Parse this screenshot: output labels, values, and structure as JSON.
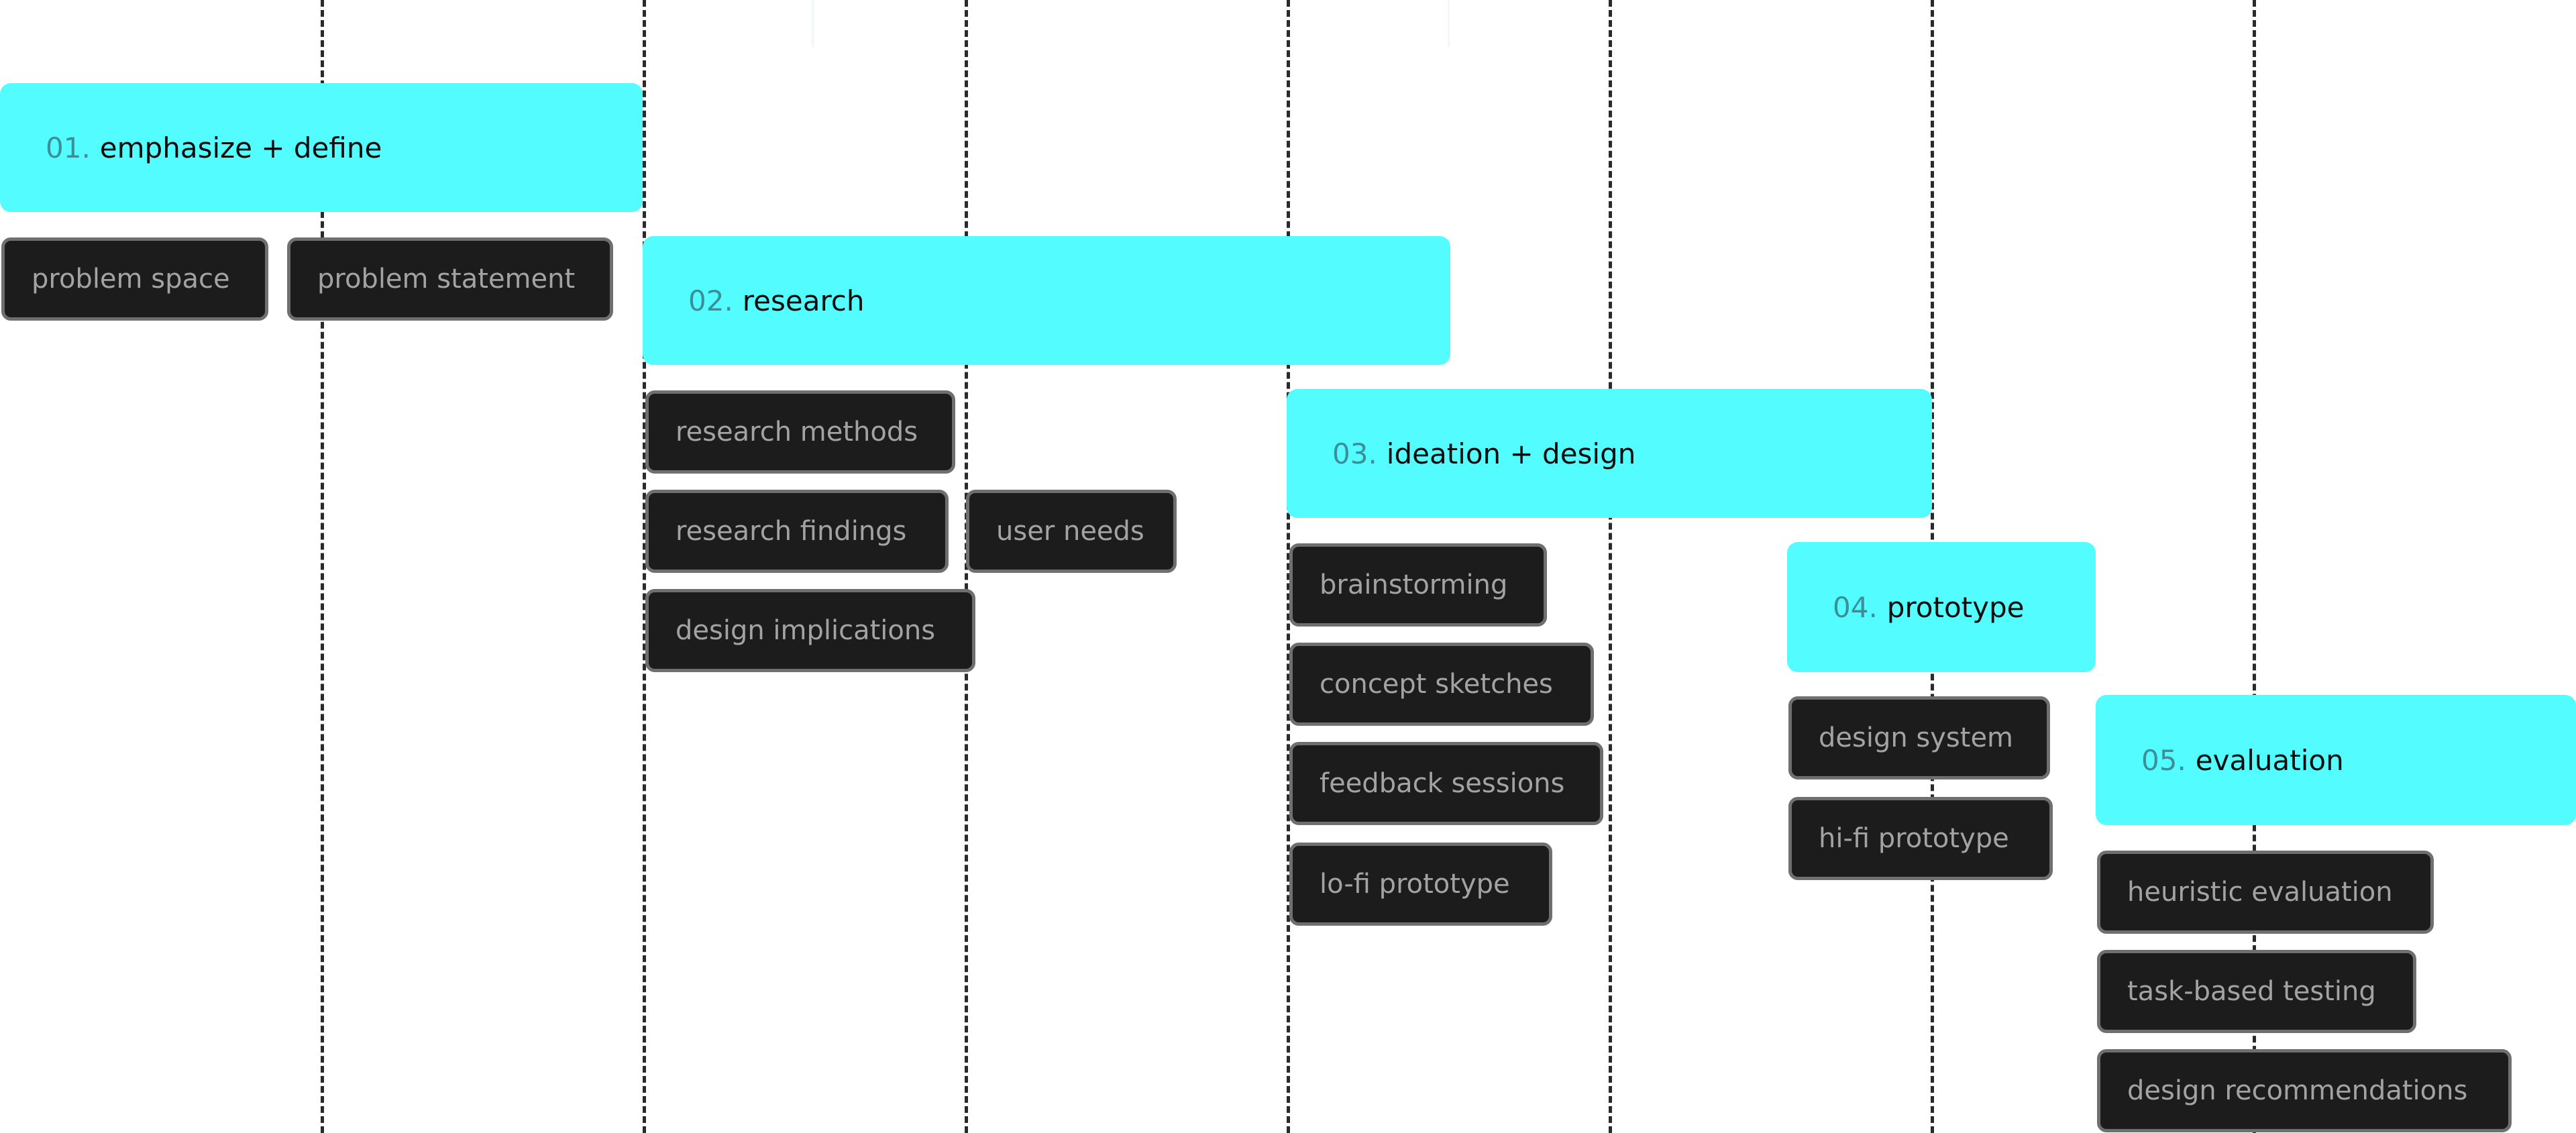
{
  "phases": [
    {
      "num": "01.",
      "label": "emphasize + define"
    },
    {
      "num": "02.",
      "label": "research"
    },
    {
      "num": "03.",
      "label": "ideation + design"
    },
    {
      "num": "04.",
      "label": "prototype"
    },
    {
      "num": "05.",
      "label": "evaluation"
    }
  ],
  "chips": {
    "problem_space": "problem space",
    "problem_statement": "problem statement",
    "research_methods": "research methods",
    "research_findings": "research findings",
    "user_needs": "user needs",
    "design_implications": "design implications",
    "brainstorming": "brainstorming",
    "concept_sketches": "concept sketches",
    "feedback_sessions": "feedback sessions",
    "lofi_prototype": "lo-fi prototype",
    "design_system": "design system",
    "hifi_prototype": "hi-fi prototype",
    "heuristic_evaluation": "heuristic evaluation",
    "task_based_testing": "task-based testing",
    "design_recommendations": "design recommendations"
  },
  "colors": {
    "phase_bg": "#52fcff",
    "phase_num": "#3c8f97",
    "chip_bg": "#1c1c1c",
    "chip_border": "#6f6f6f",
    "chip_text": "#a3a3a3",
    "gridline": "#2a2a2a"
  }
}
